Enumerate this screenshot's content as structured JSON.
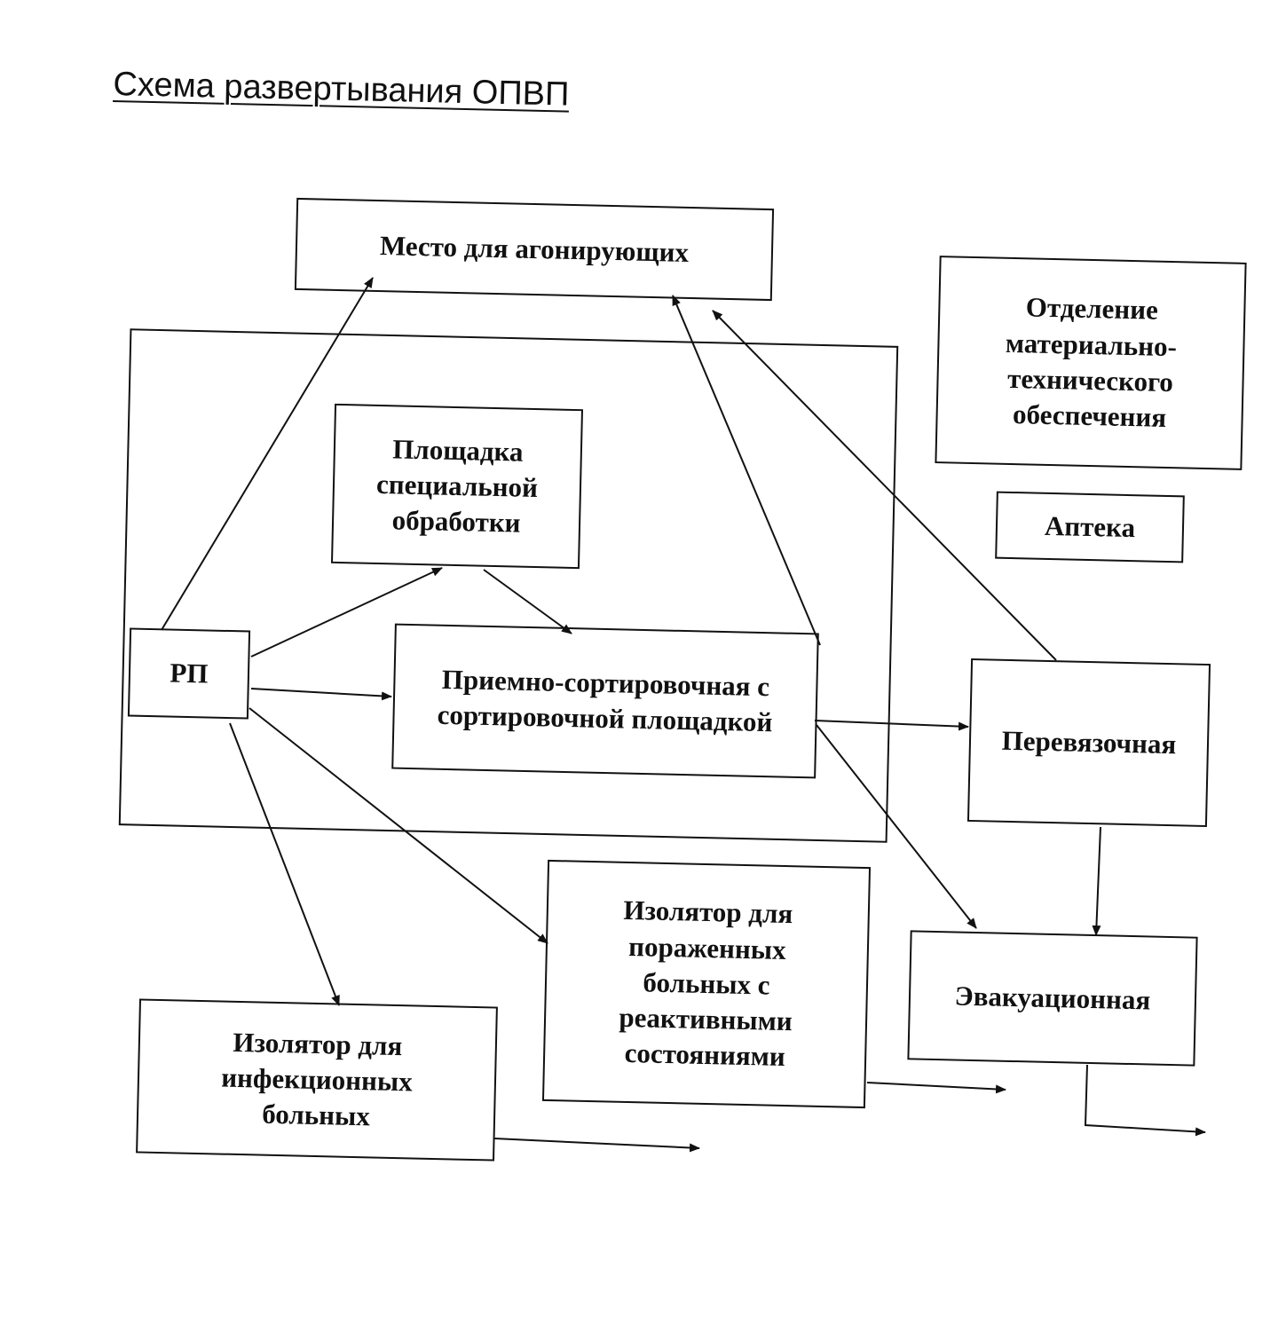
{
  "title": "Схема развертывания ОПВП",
  "nodes": {
    "agony": "Место для агонирующих",
    "logistics": "Отделение материально-технического обеспечения",
    "pharmacy": "Аптека",
    "special_treatment": "Площадка специальной обработки",
    "rp": "РП",
    "reception": "Приемно-сортировочная с сортировочной площадкой",
    "dressing": "Перевязочная",
    "isolator_reactive": "Изолятор для пораженных больных с реактивными состояниями",
    "evacuation": "Эвакуационная",
    "isolator_infectious": "Изолятор для инфекционных больных"
  },
  "edges": [
    {
      "from": "rp",
      "to": "agony"
    },
    {
      "from": "rp",
      "to": "special_treatment"
    },
    {
      "from": "special_treatment",
      "to": "reception"
    },
    {
      "from": "rp",
      "to": "reception"
    },
    {
      "from": "rp",
      "to": "isolator_reactive"
    },
    {
      "from": "rp",
      "to": "isolator_infectious"
    },
    {
      "from": "reception",
      "to": "agony"
    },
    {
      "from": "dressing",
      "to": "agony"
    },
    {
      "from": "reception",
      "to": "dressing"
    },
    {
      "from": "reception",
      "to": "evacuation"
    },
    {
      "from": "dressing",
      "to": "evacuation"
    },
    {
      "from": "isolator_infectious",
      "to": "exit"
    },
    {
      "from": "isolator_reactive",
      "to": "exit"
    },
    {
      "from": "evacuation",
      "to": "exit"
    }
  ]
}
